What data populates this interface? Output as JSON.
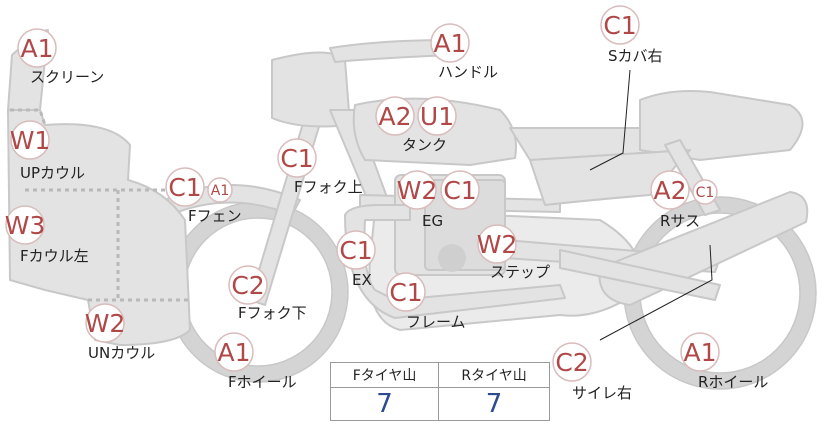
{
  "colors": {
    "part_fill": "#e3e3e3",
    "part_stroke": "#c8c8c8",
    "grade_circle_stroke": "#d9bcbc",
    "grade_text": "#b04848",
    "label_text": "#222222",
    "tread_value": "#2b4a8f"
  },
  "parts": [
    {
      "id": "screen",
      "label": "スクリーン",
      "grades": [
        "A1"
      ]
    },
    {
      "id": "up-cowl",
      "label": "UPカウル",
      "grades": [
        "W1"
      ]
    },
    {
      "id": "f-cowl-left",
      "label": "Fカウル左",
      "grades": [
        "W3"
      ]
    },
    {
      "id": "un-cowl",
      "label": "UNカウル",
      "grades": [
        "W2"
      ]
    },
    {
      "id": "f-fender",
      "label": "Fフェン",
      "grades": [
        "C1",
        "A1"
      ]
    },
    {
      "id": "f-fork-lower",
      "label": "Fフォク下",
      "grades": [
        "C2"
      ]
    },
    {
      "id": "f-wheel",
      "label": "Fホイール",
      "grades": [
        "A1"
      ]
    },
    {
      "id": "f-fork-upper",
      "label": "Fフォク上",
      "grades": [
        "C1"
      ]
    },
    {
      "id": "handle",
      "label": "ハンドル",
      "grades": [
        "A1"
      ]
    },
    {
      "id": "tank",
      "label": "タンク",
      "grades": [
        "A2",
        "U1"
      ]
    },
    {
      "id": "engine",
      "label": "EG",
      "grades": [
        "W2",
        "C1"
      ]
    },
    {
      "id": "exhaust",
      "label": "EX",
      "grades": [
        "C1"
      ]
    },
    {
      "id": "frame",
      "label": "フレーム",
      "grades": [
        "C1"
      ]
    },
    {
      "id": "step",
      "label": "ステップ",
      "grades": [
        "W2"
      ]
    },
    {
      "id": "s-cover-right",
      "label": "Sカバ右",
      "grades": [
        "C1"
      ]
    },
    {
      "id": "r-suspension",
      "label": "Rサス",
      "grades": [
        "A2",
        "C1"
      ]
    },
    {
      "id": "silencer-right",
      "label": "サイレ右",
      "grades": [
        "C2"
      ]
    },
    {
      "id": "r-wheel",
      "label": "Rホイール",
      "grades": [
        "A1"
      ]
    }
  ],
  "tire_table": {
    "headers": [
      "Fタイヤ山",
      "Rタイヤ山"
    ],
    "values": [
      "7",
      "7"
    ]
  }
}
